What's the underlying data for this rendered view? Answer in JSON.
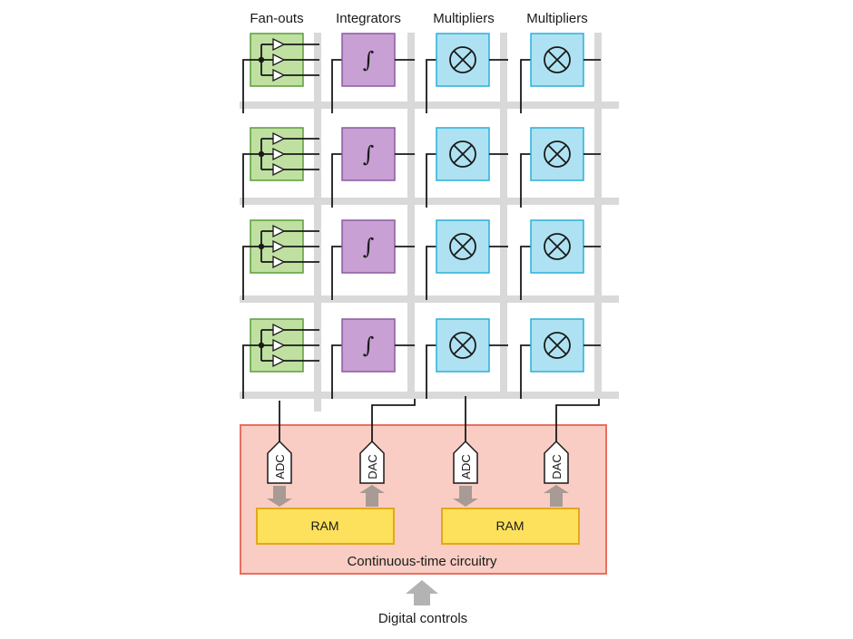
{
  "column_headers": [
    "Fan-outs",
    "Integrators",
    "Multipliers",
    "Multipliers"
  ],
  "block_symbols": {
    "integrator": "∫"
  },
  "converters": [
    "ADC",
    "DAC",
    "ADC",
    "DAC"
  ],
  "memories": [
    "RAM",
    "RAM"
  ],
  "continuous_time_label": "Continuous-time circuitry",
  "digital_controls_label": "Digital controls",
  "colors": {
    "fanout_fill": "#bfe0a0",
    "fanout_stroke": "#5a9e3a",
    "integrator_fill": "#c8a0d4",
    "integrator_stroke": "#8a5aa0",
    "multiplier_fill": "#aee2f2",
    "multiplier_stroke": "#2ab0d8",
    "grid": "#d9d9d9",
    "ct_fill": "#f9cdc4",
    "ct_stroke": "#e86f5e",
    "ram_fill": "#fde05c",
    "ram_stroke": "#e3a81a",
    "transfer_arrow": "#a89a94",
    "control_arrow": "#b3b3b3"
  }
}
